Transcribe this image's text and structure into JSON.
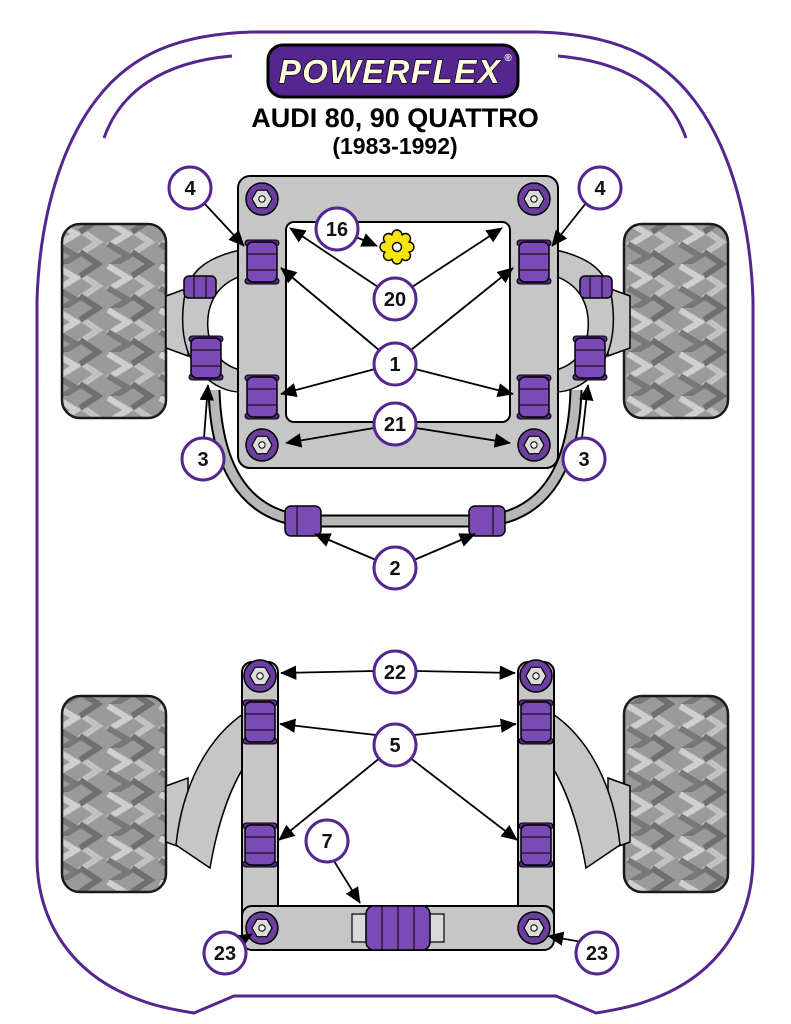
{
  "logo": {
    "text": "POWERFLEX",
    "registered": "®"
  },
  "title": {
    "line1": "AUDI 80, 90 QUATTRO",
    "line2": "(1983-1992)"
  },
  "colors": {
    "brand_purple": "#55268f",
    "bush_purple": "#7a4bb5",
    "frame_gray": "#c6c6c6",
    "tyre_gray": "#9a9a9a",
    "gear_yellow": "#f7e40a"
  },
  "callouts": [
    {
      "id": "4-left",
      "label": "4"
    },
    {
      "id": "4-right",
      "label": "4"
    },
    {
      "id": "16",
      "label": "16"
    },
    {
      "id": "20",
      "label": "20"
    },
    {
      "id": "1",
      "label": "1"
    },
    {
      "id": "21",
      "label": "21"
    },
    {
      "id": "3-left",
      "label": "3"
    },
    {
      "id": "3-right",
      "label": "3"
    },
    {
      "id": "2",
      "label": "2"
    },
    {
      "id": "22",
      "label": "22"
    },
    {
      "id": "5",
      "label": "5"
    },
    {
      "id": "7",
      "label": "7"
    },
    {
      "id": "23-left",
      "label": "23"
    },
    {
      "id": "23-right",
      "label": "23"
    }
  ]
}
